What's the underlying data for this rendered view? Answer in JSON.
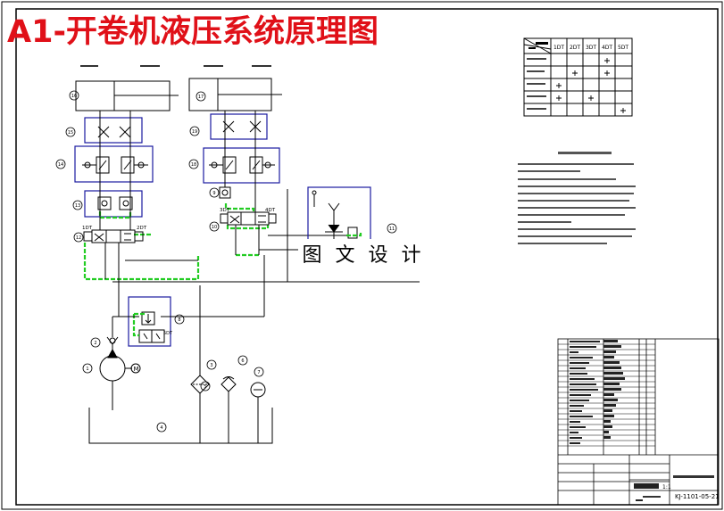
{
  "title": "A1-开卷机液压系统原理图",
  "watermark": "图 文 设 计",
  "table_headers": [
    "1DT",
    "2DT",
    "3DT",
    "4DT",
    "5DT"
  ],
  "solenoid_labels": {
    "s1": "1DT",
    "s2": "2DT",
    "s3": "3DT",
    "s4": "4DT",
    "s5": "5DT"
  },
  "component_numbers": {
    "n1": "1",
    "n2": "2",
    "n3": "3",
    "n4": "4",
    "n5": "5",
    "n6": "6",
    "n7": "7",
    "n8": "8",
    "n9": "9",
    "n10": "10",
    "n11": "11",
    "n12": "12",
    "n13": "13",
    "n14": "14",
    "n15": "15",
    "n16": "16",
    "n17": "17",
    "n18": "18",
    "n19": "19"
  },
  "pump_motor_label": "M",
  "drawing_number": "KJ-1101-05-21",
  "sheet_scale": "1:1",
  "colors": {
    "title": "#e01018",
    "highlight_pipe": "#22cc22",
    "frame_blue": "#1a1aa0",
    "line": "#000000"
  }
}
